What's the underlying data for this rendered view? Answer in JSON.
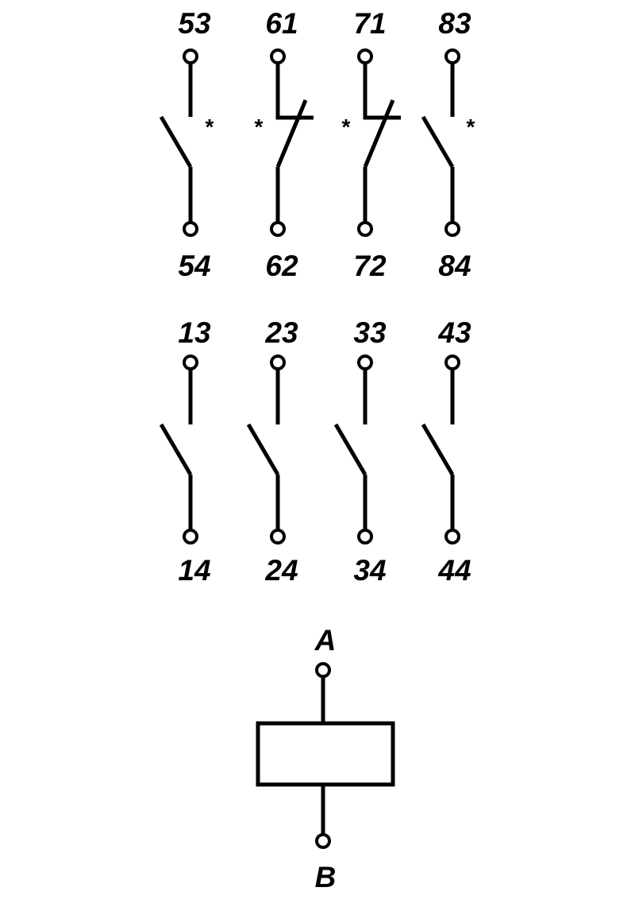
{
  "auxiliary_contacts": [
    {
      "top": "53",
      "bottom": "54",
      "type": "NO",
      "mark": "*"
    },
    {
      "top": "61",
      "bottom": "62",
      "type": "NC",
      "mark": "*"
    },
    {
      "top": "71",
      "bottom": "72",
      "type": "NC",
      "mark": "*"
    },
    {
      "top": "83",
      "bottom": "84",
      "type": "NO",
      "mark": "*"
    }
  ],
  "main_contacts": [
    {
      "top": "13",
      "bottom": "14",
      "type": "NO"
    },
    {
      "top": "23",
      "bottom": "24",
      "type": "NO"
    },
    {
      "top": "33",
      "bottom": "34",
      "type": "NO"
    },
    {
      "top": "43",
      "bottom": "44",
      "type": "NO"
    }
  ],
  "coil": {
    "top": "A",
    "bottom": "B"
  }
}
